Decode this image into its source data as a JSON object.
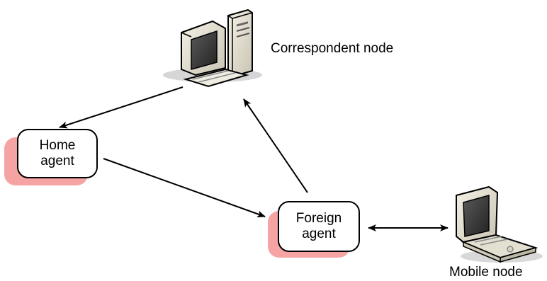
{
  "nodes": {
    "correspondent": {
      "label": "Correspondent node"
    },
    "home_agent": {
      "line1": "Home",
      "line2": "agent"
    },
    "foreign_agent": {
      "line1": "Foreign",
      "line2": "agent"
    },
    "mobile": {
      "label": "Mobile node"
    }
  },
  "colors": {
    "box_shadow": "#f5a3a3",
    "stroke": "#000000"
  },
  "icons": [
    "desktop-computer-icon",
    "laptop-icon"
  ]
}
